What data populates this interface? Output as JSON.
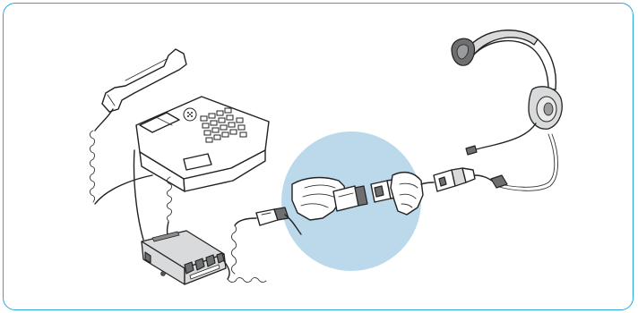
{
  "figure": {
    "subject": "desk-phone-amplifier-headset-connection",
    "colors": {
      "frame_border": "#2aa8de",
      "detail_circle": "#bcd9ec",
      "line_ink": "#222222",
      "component_grey": "#d9dadb"
    },
    "components": [
      "desk-telephone",
      "telephone-handset",
      "headset-amplifier",
      "quick-disconnect-connector",
      "headset-with-boom-microphone"
    ]
  }
}
